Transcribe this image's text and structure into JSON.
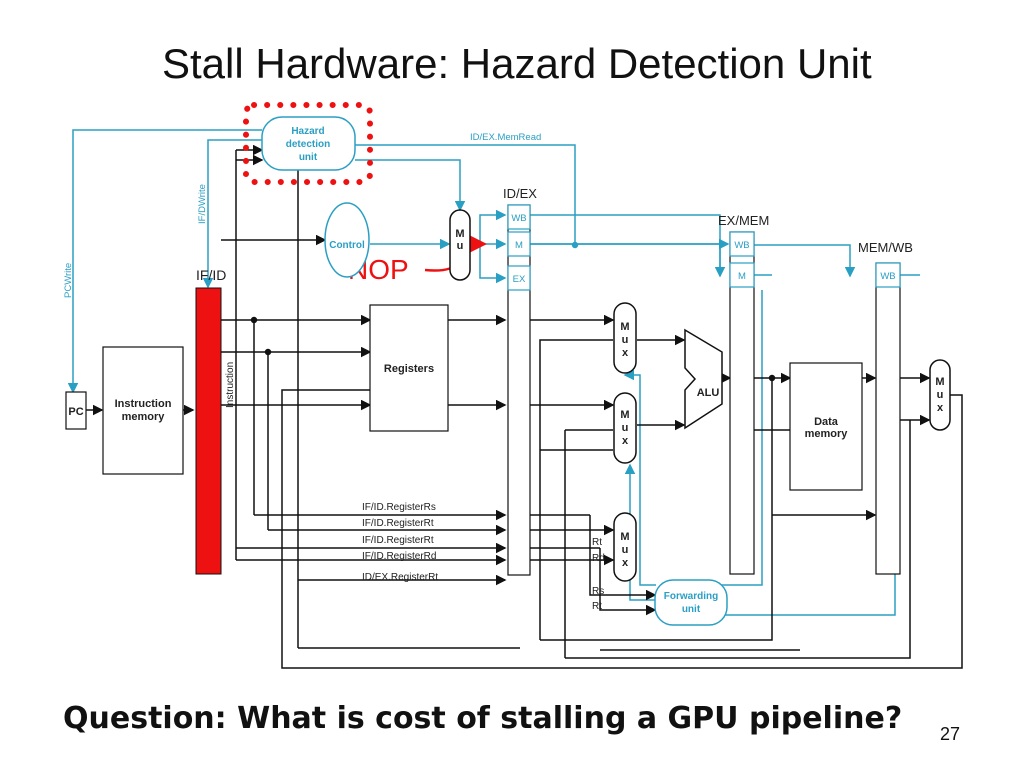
{
  "slide": {
    "title": "Stall Hardware: Hazard Detection Unit",
    "question": "Question:  What is cost of stalling a GPU pipeline?",
    "page_number": "27"
  },
  "diagram": {
    "colors": {
      "control": "#2a9fc4",
      "datapath": "#111111",
      "highlight": "#ee1111"
    },
    "hazard_unit": {
      "line1": "Hazard",
      "line2": "detection",
      "line3": "unit"
    },
    "control": "Control",
    "nop": "NOP",
    "ifid": "IF/ID",
    "idex": "ID/EX",
    "exmem": "EX/MEM",
    "memwb": "MEM/WB",
    "pc": "PC",
    "instruction_memory": {
      "line1": "Instruction",
      "line2": "memory"
    },
    "instruction": "Instruction",
    "registers": "Registers",
    "alu": "ALU",
    "data_memory": {
      "line1": "Data",
      "line2": "memory"
    },
    "forwarding_unit": {
      "line1": "Forwarding",
      "line2": "unit"
    },
    "pcwrite": "PCWrite",
    "ifdwrite": "IF/DWrite",
    "idex_memread": "ID/EX.MemRead",
    "wb": "WB",
    "m": "M",
    "ex": "EX",
    "mux": {
      "m": "M",
      "u": "u",
      "x": "x"
    },
    "register_labels": [
      "IF/ID.RegisterRs",
      "IF/ID.RegisterRt",
      "IF/ID.RegisterRt",
      "IF/ID.RegisterRd",
      "ID/EX.RegisterRt"
    ],
    "rt": "Rt",
    "rd": "Rd",
    "rs": "Rs"
  }
}
